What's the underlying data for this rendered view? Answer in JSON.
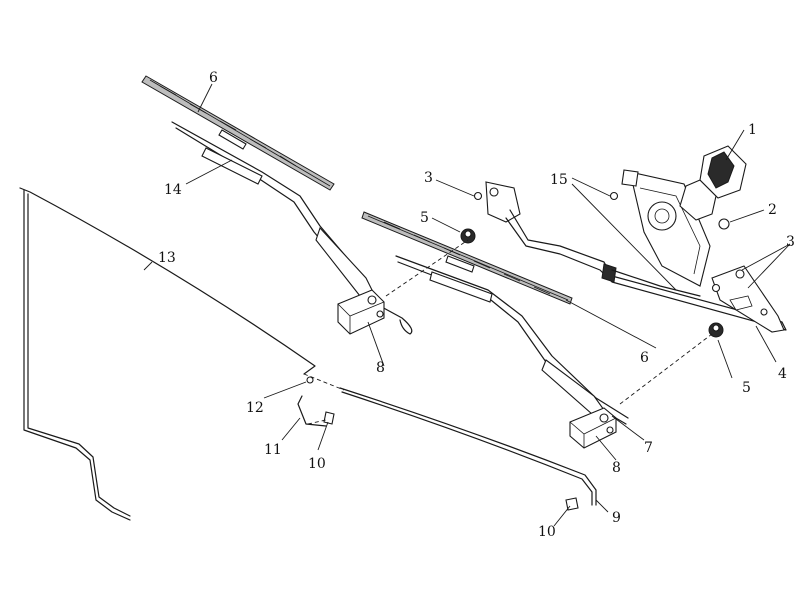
{
  "diagram": {
    "callouts": {
      "c1": "1",
      "c2": "2",
      "c3_upper": "3",
      "c3_right": "3",
      "c4": "4",
      "c5_left": "5",
      "c5_right": "5",
      "c6_top": "6",
      "c6_right": "6",
      "c7": "7",
      "c8_left": "8",
      "c8_right": "8",
      "c9": "9",
      "c10_left": "10",
      "c10_bottom": "10",
      "c11": "11",
      "c12": "12",
      "c13": "13",
      "c14": "14",
      "c15": "15"
    }
  }
}
